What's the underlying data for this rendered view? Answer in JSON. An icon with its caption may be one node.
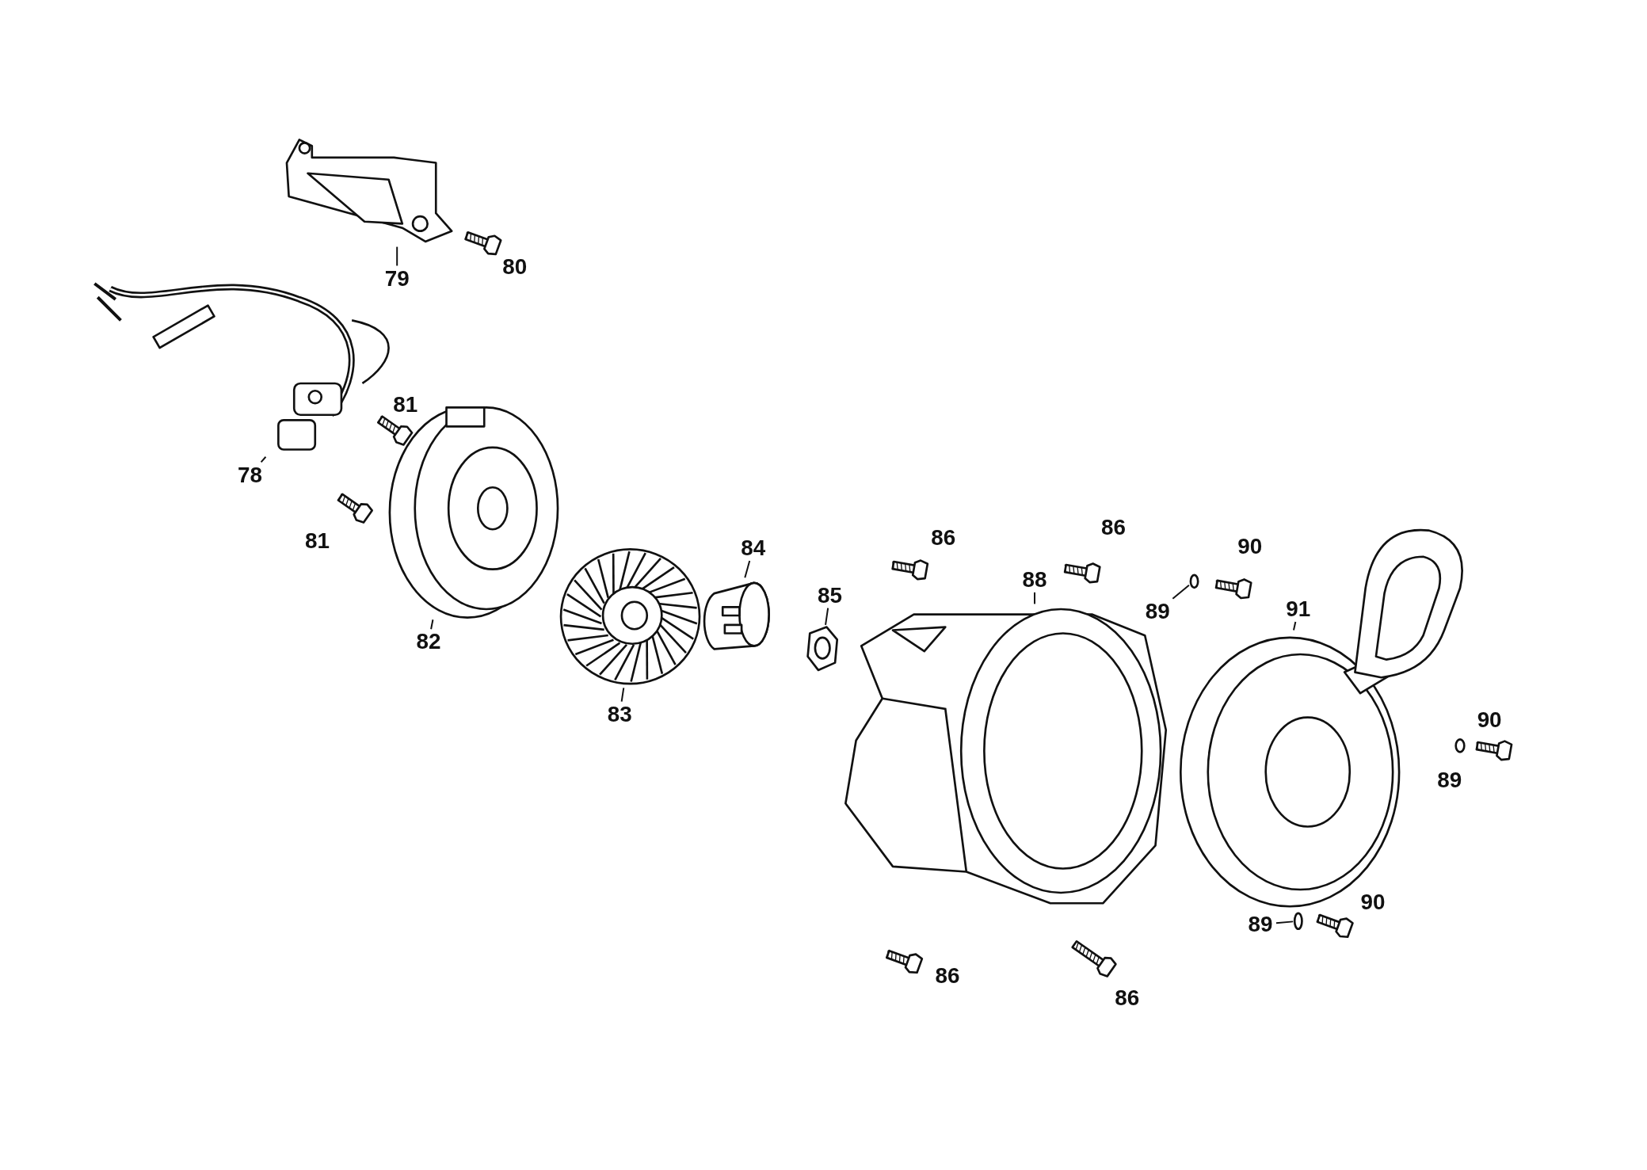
{
  "diagram": {
    "nodes": [
      {
        "text": [
          "79"
        ]
      },
      {
        "text": [],
        "shape": "picture"
      },
      {
        "text": [
          "78"
        ]
      },
      {
        "text": [],
        "shape": "picture"
      },
      {
        "text": [
          "82"
        ]
      },
      {
        "text": [],
        "shape": "picture"
      },
      {
        "text": [
          "83"
        ]
      },
      {
        "text": [],
        "shape": "picture"
      },
      {
        "text": [
          "84"
        ]
      },
      {
        "text": [],
        "shape": "picture"
      },
      {
        "text": [
          "85"
        ]
      },
      {
        "text": [],
        "shape": "picture"
      },
      {
        "text": [
          "88"
        ]
      },
      {
        "text": [],
        "shape": "picture"
      },
      {
        "text": [
          "89"
        ]
      },
      {
        "text": [],
        "shape": "circle"
      },
      {
        "text": [
          "91"
        ]
      },
      {
        "text": [],
        "shape": "picture"
      },
      {
        "text": [
          "89"
        ]
      },
      {
        "text": [],
        "shape": "circle"
      }
    ],
    "edges": [
      {
        "from": 0,
        "to": 1,
        "arrow": "none"
      },
      {
        "from": 2,
        "to": 3,
        "arrow": "none"
      },
      {
        "from": 4,
        "to": 5,
        "arrow": "none"
      },
      {
        "from": 6,
        "to": 7,
        "arrow": "none"
      },
      {
        "from": 8,
        "to": 9,
        "arrow": "none"
      },
      {
        "from": 10,
        "to": 11,
        "arrow": "none"
      },
      {
        "from": 12,
        "to": 13,
        "arrow": "none"
      },
      {
        "from": 14,
        "to": 15,
        "arrow": "none"
      },
      {
        "from": 16,
        "to": 17,
        "arrow": "none"
      },
      {
        "from": 18,
        "to": 19,
        "arrow": "none"
      }
    ],
    "labels": [
      "80",
      "81",
      "86",
      "86",
      "81",
      "90",
      "90",
      "89",
      "90",
      "86",
      "86"
    ]
  }
}
